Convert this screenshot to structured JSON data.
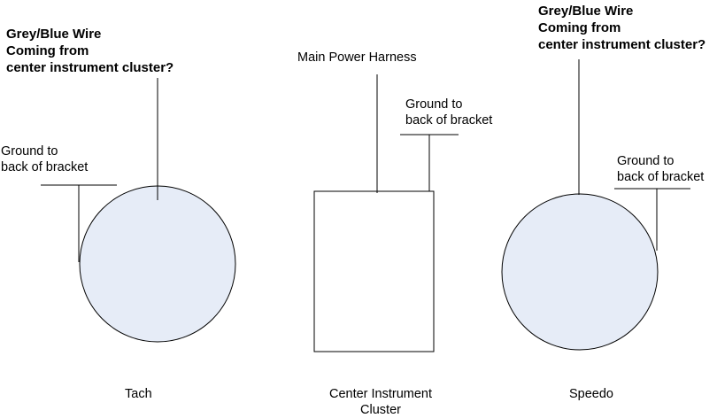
{
  "tach": {
    "wire_label": "Grey/Blue Wire\nComing from\ncenter instrument cluster?",
    "ground_label": "Ground to\nback of bracket",
    "name": "Tach"
  },
  "center_cluster": {
    "harness_label": "Main Power Harness",
    "ground_label": "Ground to\nback of bracket",
    "name": "Center Instrument\nCluster"
  },
  "speedo": {
    "wire_label": "Grey/Blue Wire\nComing from\ncenter instrument cluster?",
    "ground_label": "Ground to\nback of bracket",
    "name": "Speedo"
  },
  "colors": {
    "gauge_fill": "#e6ecf7",
    "stroke": "#000000"
  }
}
